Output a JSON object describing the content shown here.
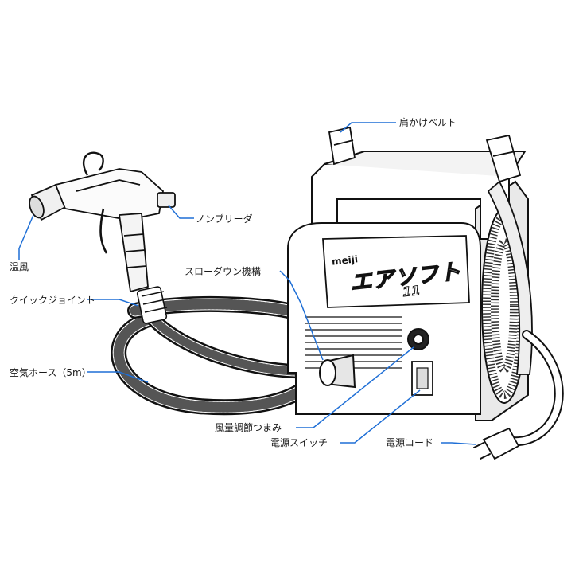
{
  "labels": {
    "shoulder_belt": "肩かけベルト",
    "non_bleeder": "ノンブリーダ",
    "warm_air": "温風",
    "slow_down": "スローダウン機構",
    "quick_joint": "クイックジョイント",
    "air_hose": "空気ホース（5m）",
    "flow_knob": "風量調節つまみ",
    "power_switch": "電源スイッチ",
    "power_cord": "電源コード"
  },
  "product": {
    "brand": "meiji",
    "name": "エアソフト",
    "model": "11"
  },
  "colors": {
    "callout_line": "#1f6fd6",
    "ink": "#111111"
  }
}
